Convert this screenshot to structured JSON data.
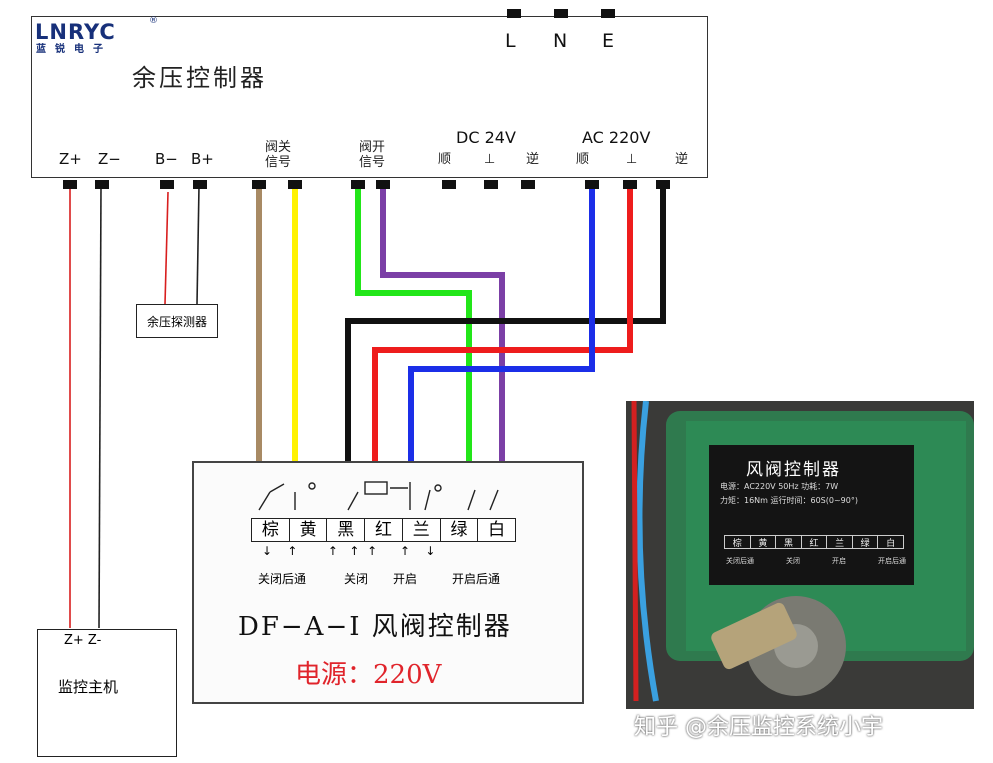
{
  "controller": {
    "logo": "LNRYC",
    "logo_sub": "蓝锐电子",
    "title": "余压控制器",
    "power_terminals": [
      "L",
      "N",
      "E"
    ],
    "terminal_labels": {
      "z_plus": "Z+",
      "z_minus": "Z−",
      "b_minus": "B−",
      "b_plus": "B+",
      "valve_close_1": "阀关",
      "valve_close_2": "信号",
      "valve_open_1": "阀开",
      "valve_open_2": "信号",
      "dc": "DC 24V",
      "ac": "AC 220V",
      "dc_fwd": "顺",
      "dc_gnd": "⊥",
      "dc_rev": "逆",
      "ac_fwd": "顺",
      "ac_gnd": "⊥",
      "ac_rev": "逆"
    }
  },
  "sensor": {
    "label": "余压探测器"
  },
  "host": {
    "terminals": "Z+ Z-",
    "label": "监控主机"
  },
  "valve_controller": {
    "cells": [
      "棕",
      "黄",
      "黑",
      "红",
      "兰",
      "绿",
      "白"
    ],
    "notes": [
      "关闭后通",
      "关闭",
      "开启",
      "开启后通"
    ],
    "model": "DF−A−I 风阀控制器",
    "power": "电源：220V"
  },
  "photo": {
    "plate_title": "风阀控制器",
    "spec1": "电源：AC220V 50Hz  功耗：7W",
    "spec2": "力矩：16Nm  运行时间：60S(0~90°)",
    "cells": [
      "棕",
      "黄",
      "黑",
      "红",
      "兰",
      "绿",
      "白"
    ],
    "notes": [
      "关闭后通",
      "关闭",
      "开启",
      "开启后通"
    ]
  },
  "watermark": "知乎 @余压监控系统小宇",
  "colors": {
    "brown": "#a88a64",
    "yellow": "#fff200",
    "green": "#22e619",
    "purple": "#7b3fa6",
    "blue": "#1b2ee8",
    "red": "#ee1c1c",
    "black": "#111111",
    "thin_red": "#d81e1e"
  }
}
